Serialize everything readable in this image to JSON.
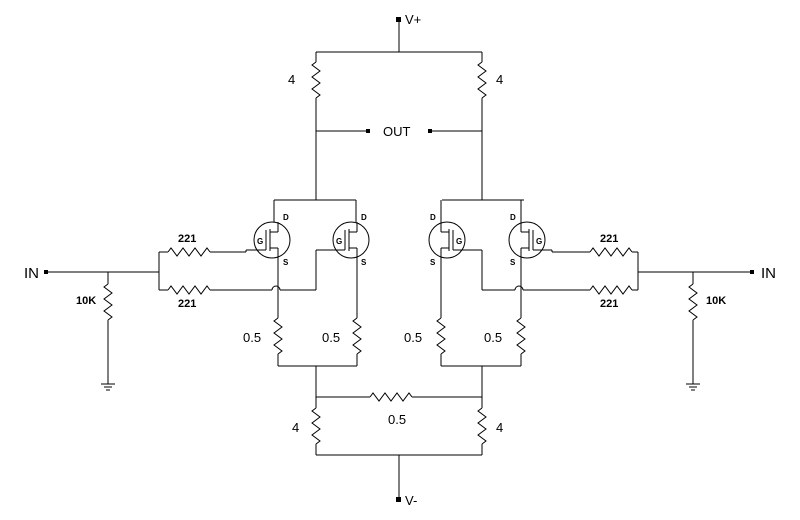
{
  "supply": {
    "positive": "V+",
    "negative": "V-"
  },
  "output": {
    "label": "OUT"
  },
  "inputs": {
    "left": "IN",
    "right": "IN"
  },
  "resistors": {
    "top_left": "4",
    "top_right": "4",
    "bottom_left": "4",
    "bottom_right": "4",
    "bridge": "0.5",
    "source_1": "0.5",
    "source_2": "0.5",
    "source_3": "0.5",
    "source_4": "0.5",
    "gate_left_top": "221",
    "gate_left_bottom": "221",
    "gate_right_top": "221",
    "gate_right_bottom": "221",
    "pulldown_left": "10K",
    "pulldown_right": "10K"
  },
  "mosfet_pins": {
    "drain": "D",
    "gate": "G",
    "source": "S"
  }
}
